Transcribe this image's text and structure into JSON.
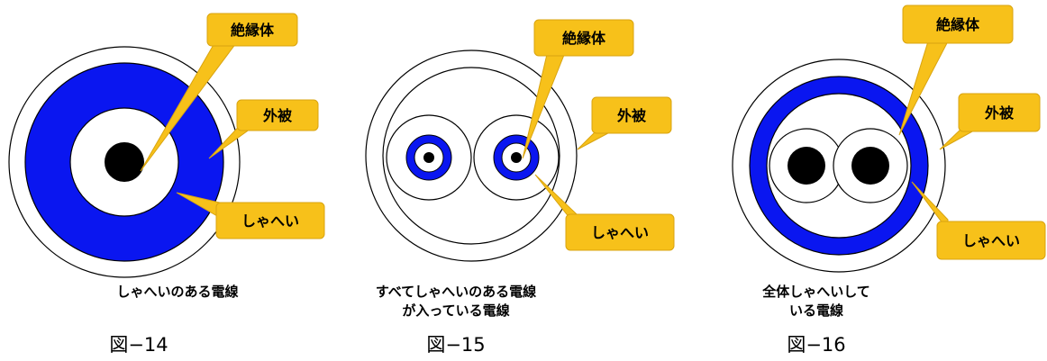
{
  "colors": {
    "shield": "#0a16f0",
    "callout": "#f7c11a",
    "callout_border": "#d9a410",
    "outline": "#000000",
    "conductor": "#000000"
  },
  "figures": [
    {
      "id": "fig14",
      "number": "図−14",
      "caption": [
        "しゃへいのある電線"
      ],
      "callouts": {
        "insulator": "絶縁体",
        "sheath": "外被",
        "shield": "しゃへい"
      }
    },
    {
      "id": "fig15",
      "number": "図−15",
      "caption": [
        "すべてしゃへいのある電線",
        "が入っている電線"
      ],
      "callouts": {
        "insulator": "絶縁体",
        "sheath": "外被",
        "shield": "しゃへい"
      }
    },
    {
      "id": "fig16",
      "number": "図−16",
      "caption": [
        "全体しゃへいして",
        "いる電線"
      ],
      "callouts": {
        "insulator": "絶縁体",
        "sheath": "外被",
        "shield": "しゃへい"
      }
    }
  ]
}
